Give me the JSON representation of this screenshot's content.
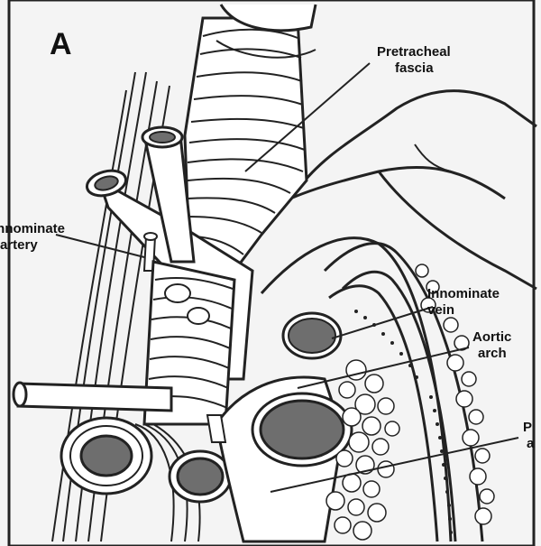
{
  "figure": {
    "panel_letter": "A",
    "labels": {
      "pretracheal_fascia": [
        "Pretracheal",
        "fascia"
      ],
      "innominate_artery": [
        "Innominate",
        "artery"
      ],
      "innominate_vein": [
        "Innominate",
        "vein"
      ],
      "aortic_arch": [
        "Aortic",
        "arch"
      ],
      "pulmonary_artery_partial": [
        "P",
        "a"
      ]
    }
  },
  "colors": {
    "background": "#f4f4f4",
    "line": "#1a1a1a",
    "vessel_fill": "#6e6e6e",
    "tissue_fill": "#ffffff"
  }
}
